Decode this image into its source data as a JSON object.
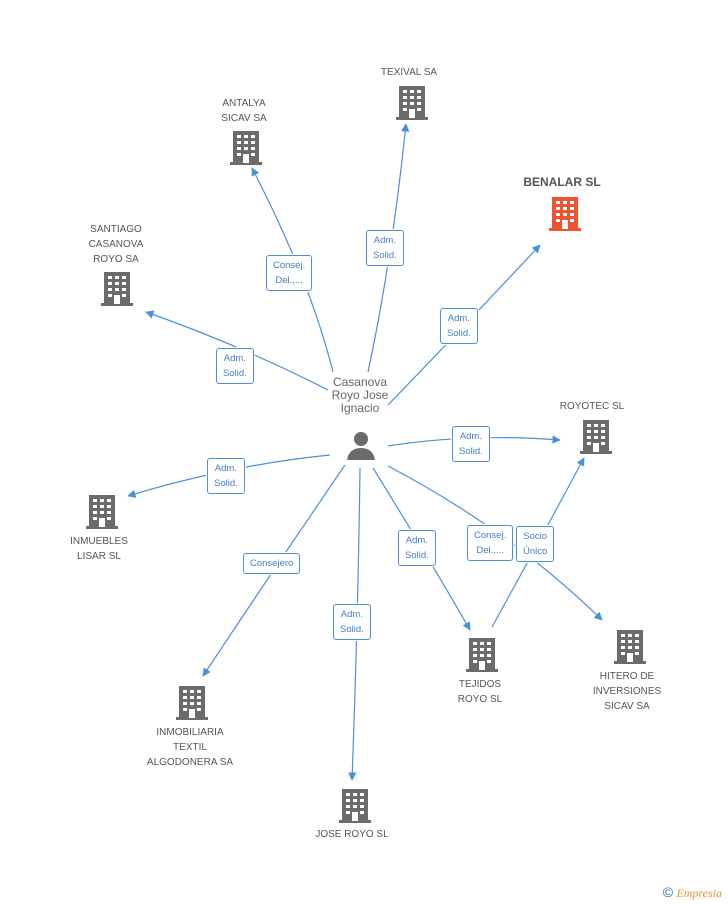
{
  "colors": {
    "edge": "#4a90d9",
    "building": "#6b6b6b",
    "building_highlight": "#f0532f",
    "person": "#6b6b6b"
  },
  "center": {
    "label": "Casanova\nRoyo Jose\nIgnacio",
    "icon": "person-icon"
  },
  "nodes": {
    "texival": "TEXIVAL SA",
    "antalya": "ANTALYA\nSICAV SA",
    "benalar": "BENALAR SL",
    "santiago": "SANTIAGO\nCASANOVA\nROYO SA",
    "royotec": "ROYOTEC  SL",
    "inmuebles": "INMUEBLES\nLISAR SL",
    "inmobiliaria": "INMOBILIARIA\nTEXTIL\nALGODONERA SA",
    "jose_royo": "JOSE ROYO SL",
    "tejidos": "TEJIDOS\nROYO SL",
    "hitero": "HITERO DE\nINVERSIONES\nSICAV SA"
  },
  "edges": {
    "texival": "Adm.\nSolid.",
    "antalya": "Consej.\nDel.,...",
    "benalar": "Adm.\nSolid.",
    "santiago": "Adm.\nSolid.",
    "royotec": "Adm.\nSolid.",
    "inmuebles": "Adm.\nSolid.",
    "inmobiliaria": "Consejero",
    "jose_royo": "Adm.\nSolid.",
    "tejidos": "Adm.\nSolid.",
    "hitero": "Consej.\nDel.,...",
    "tejidos_royotec": "Socio\nÚnico"
  },
  "footer": {
    "copyright": "©",
    "brand": "Empresia"
  }
}
